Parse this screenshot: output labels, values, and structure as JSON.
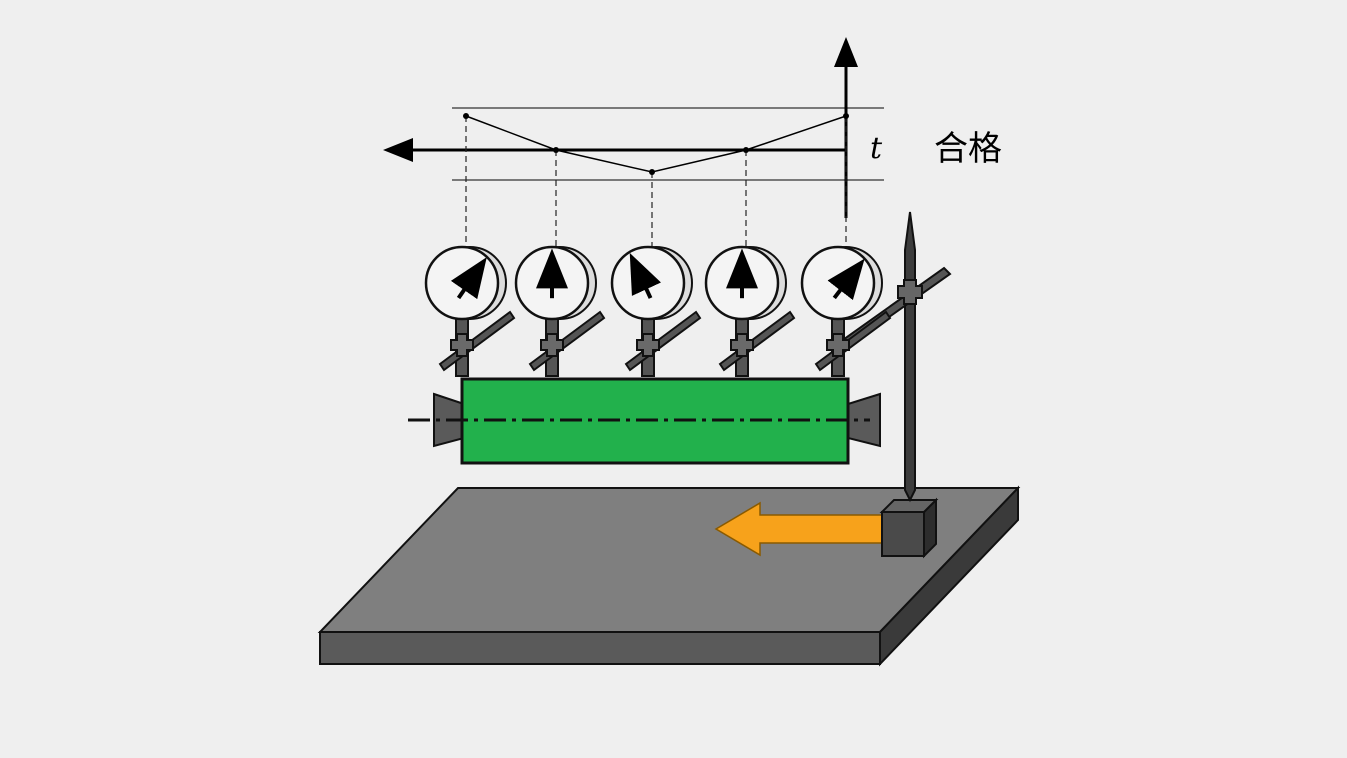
{
  "diagram": {
    "profile_label": "t",
    "verdict_label": "合格",
    "colors": {
      "background": "#efefef",
      "shaft": "#22b14c",
      "plate_top": "#7f7f7f",
      "plate_front": "#5a5a5a",
      "plate_side": "#3a3a3a",
      "arrow": "#f7a21b",
      "gauge_fill": "#f4f4f4",
      "metal": "#555555"
    },
    "gauges": [
      {
        "id": "gauge-1",
        "needle": "up-right-steep",
        "reading": "above"
      },
      {
        "id": "gauge-2",
        "needle": "up",
        "reading": "on-line"
      },
      {
        "id": "gauge-3",
        "needle": "up-left",
        "reading": "below"
      },
      {
        "id": "gauge-4",
        "needle": "up",
        "reading": "on-line"
      },
      {
        "id": "gauge-5",
        "needle": "up-right",
        "reading": "above"
      }
    ],
    "move_direction": "left"
  }
}
